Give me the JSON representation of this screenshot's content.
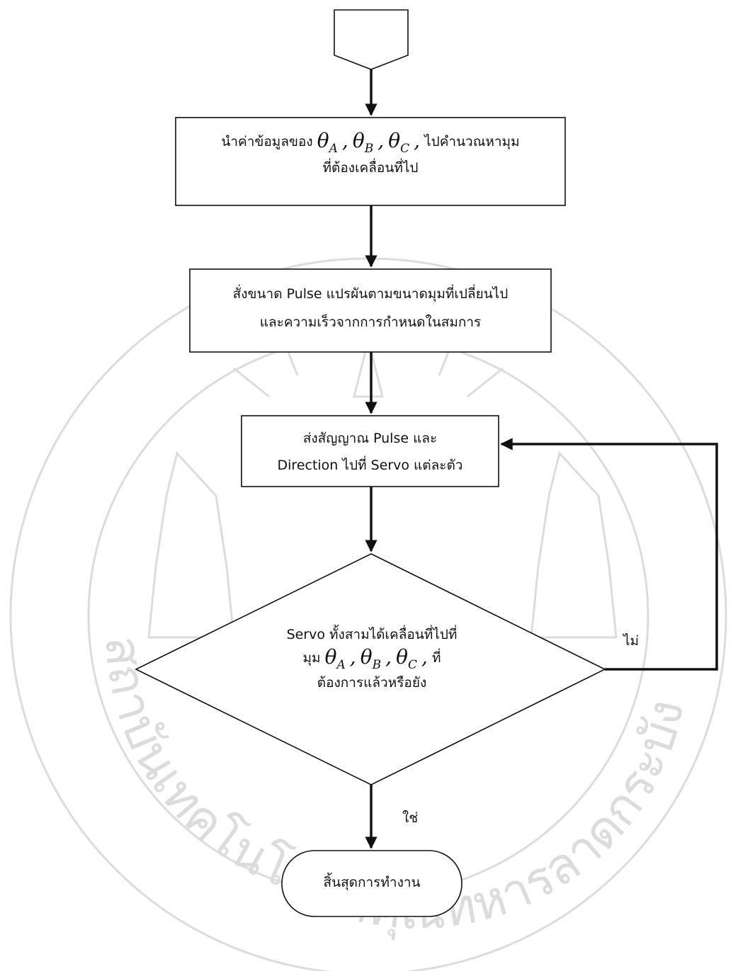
{
  "colors": {
    "stroke": "#111111",
    "watermark": "#dcdcdc",
    "background": "#ffffff"
  },
  "watermark": {
    "arc_text_left": "สถาบันเทคโนโลยีพระจอมเกล้า",
    "arc_text_right": "เจ้าคุณทหารลาดกระบัง"
  },
  "nodes": {
    "start": {
      "text": ""
    },
    "compute": {
      "line1_prefix": "นำค่าข้อมูลของ",
      "symbols": [
        {
          "base": "θ",
          "sub": "A"
        },
        {
          "base": "θ",
          "sub": "B"
        },
        {
          "base": "θ",
          "sub": "C"
        }
      ],
      "separator": ",",
      "line1_suffix": "ไปคำนวณหามุม",
      "line2": "ที่ต้องเคลื่อนที่ไป"
    },
    "pulse_size": {
      "line1": "สั่งขนาด Pulse แปรผันตามขนาดมุมที่เปลี่ยนไป",
      "line2": "และความเร็วจากการกำหนดในสมการ"
    },
    "send_signal": {
      "line1": "ส่งสัญญาณ Pulse และ",
      "line2": "Direction ไปที่ Servo แต่ละตัว"
    },
    "decision": {
      "line1": "Servo ทั้งสามได้เคลื่อนที่ไปที่",
      "line2_prefix": "มุม",
      "symbols": [
        {
          "base": "θ",
          "sub": "A"
        },
        {
          "base": "θ",
          "sub": "B"
        },
        {
          "base": "θ",
          "sub": "C"
        }
      ],
      "separator": ",",
      "line2_suffix": "ที่",
      "line3": "ต้องการแล้วหรือยัง"
    },
    "end": {
      "text": "สิ้นสุดการทำงาน"
    }
  },
  "edges": {
    "no_label": "ไม่",
    "yes_label": "ใช่"
  }
}
